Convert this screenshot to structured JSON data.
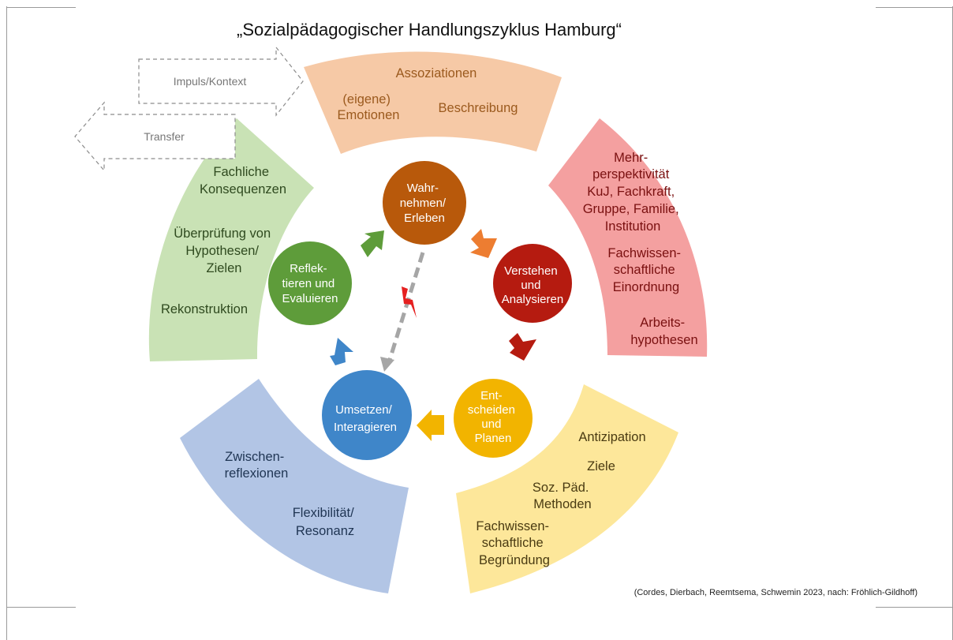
{
  "title": "„Sozialpädagogischer Handlungszyklus Hamburg“",
  "caption": "(Cordes, Dierbach, Reemtsema, Schwemin 2023, nach: Fröhlich-Gildhoff)",
  "side_arrows": {
    "impuls": "Impuls/Kontext",
    "transfer": "Transfer"
  },
  "colors": {
    "wahrnehmen": "#b8590b",
    "verstehen": "#b51b10",
    "entscheiden": "#f2b400",
    "umsetzen": "#3f86c9",
    "reflektieren": "#5e9c3a",
    "seg_top": "#f6c9a6",
    "seg_right": "#f4a0a0",
    "seg_bottom_right": "#fde79a",
    "seg_bottom_left": "#b2c5e5",
    "seg_left": "#c9e2b5"
  },
  "circles": {
    "wahrnehmen": [
      "Wahr-",
      "nehmen/",
      "Erleben"
    ],
    "verstehen": [
      "Verstehen",
      "und",
      "Analysieren"
    ],
    "entscheiden": [
      "Ent-",
      "scheiden",
      "und",
      "Planen"
    ],
    "umsetzen": [
      "Umsetzen/",
      "Interagieren"
    ],
    "reflektieren": [
      "Reflek-",
      "tieren und",
      "Evaluieren"
    ]
  },
  "segments": {
    "top": {
      "assoziationen": "Assoziationen",
      "emotionen": [
        "(eigene)",
        "Emotionen"
      ],
      "beschreibung": "Beschreibung"
    },
    "right": {
      "mehrperspektivitaet": [
        "Mehr-",
        "perspektivität",
        "KuJ, Fachkraft,",
        "Gruppe, Familie,",
        "Institution"
      ],
      "einordnung": [
        "Fachwissen-",
        "schaftliche",
        "Einordnung"
      ],
      "hypothesen": [
        "Arbeits-",
        "hypothesen"
      ]
    },
    "bottom_right": {
      "antizipation": "Antizipation",
      "ziele": "Ziele",
      "methoden": [
        "Soz. Päd.",
        "Methoden"
      ],
      "begruendung": [
        "Fachwissen-",
        "schaftliche",
        "Begründung"
      ]
    },
    "bottom_left": {
      "zwischenreflexionen": [
        "Zwischen-",
        "reflexionen"
      ],
      "flexibilitaet": [
        "Flexibilität/",
        "Resonanz"
      ]
    },
    "left": {
      "konsequenzen": [
        "Fachliche",
        "Konsequenzen"
      ],
      "ueberpruefung": [
        "Überprüfung von",
        "Hypothesen/",
        "Zielen"
      ],
      "rekonstruktion": "Rekonstruktion"
    }
  }
}
